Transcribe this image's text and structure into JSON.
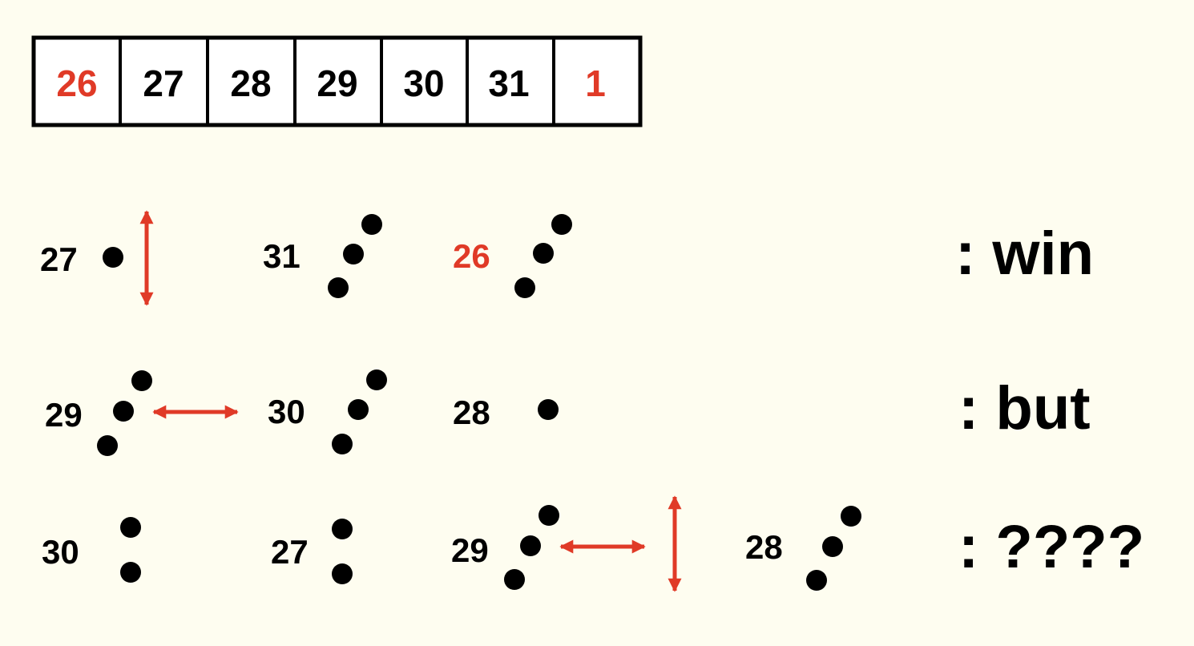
{
  "colors": {
    "red": "#e03a27",
    "black": "#000000",
    "background": "#fefdf0"
  },
  "sequence": [
    {
      "text": "26",
      "highlight": true
    },
    {
      "text": "27",
      "highlight": false
    },
    {
      "text": "28",
      "highlight": false
    },
    {
      "text": "29",
      "highlight": false
    },
    {
      "text": "30",
      "highlight": false
    },
    {
      "text": "31",
      "highlight": false
    },
    {
      "text": "1",
      "highlight": true
    }
  ],
  "rows": [
    {
      "label": ": win",
      "items": [
        {
          "number": "27",
          "highlight": false,
          "pips": 1
        },
        {
          "number": "31",
          "highlight": false,
          "pips": 3
        },
        {
          "number": "26",
          "highlight": true,
          "pips": 3
        }
      ]
    },
    {
      "label": ": but",
      "items": [
        {
          "number": "29",
          "highlight": false,
          "pips": 3
        },
        {
          "number": "30",
          "highlight": false,
          "pips": 3
        },
        {
          "number": "28",
          "highlight": false,
          "pips": 1
        }
      ]
    },
    {
      "label": ": ????",
      "items": [
        {
          "number": "30",
          "highlight": false,
          "pips": 2
        },
        {
          "number": "27",
          "highlight": false,
          "pips": 2
        },
        {
          "number": "29",
          "highlight": false,
          "pips": 3
        },
        {
          "number": "28",
          "highlight": false,
          "pips": 3
        }
      ]
    }
  ],
  "arrows": [
    {
      "name": "arrow-vertical-row1",
      "orientation": "vertical"
    },
    {
      "name": "arrow-horizontal-row2",
      "orientation": "horizontal"
    },
    {
      "name": "arrow-horizontal-row3",
      "orientation": "horizontal"
    },
    {
      "name": "arrow-vertical-row3",
      "orientation": "vertical"
    }
  ]
}
